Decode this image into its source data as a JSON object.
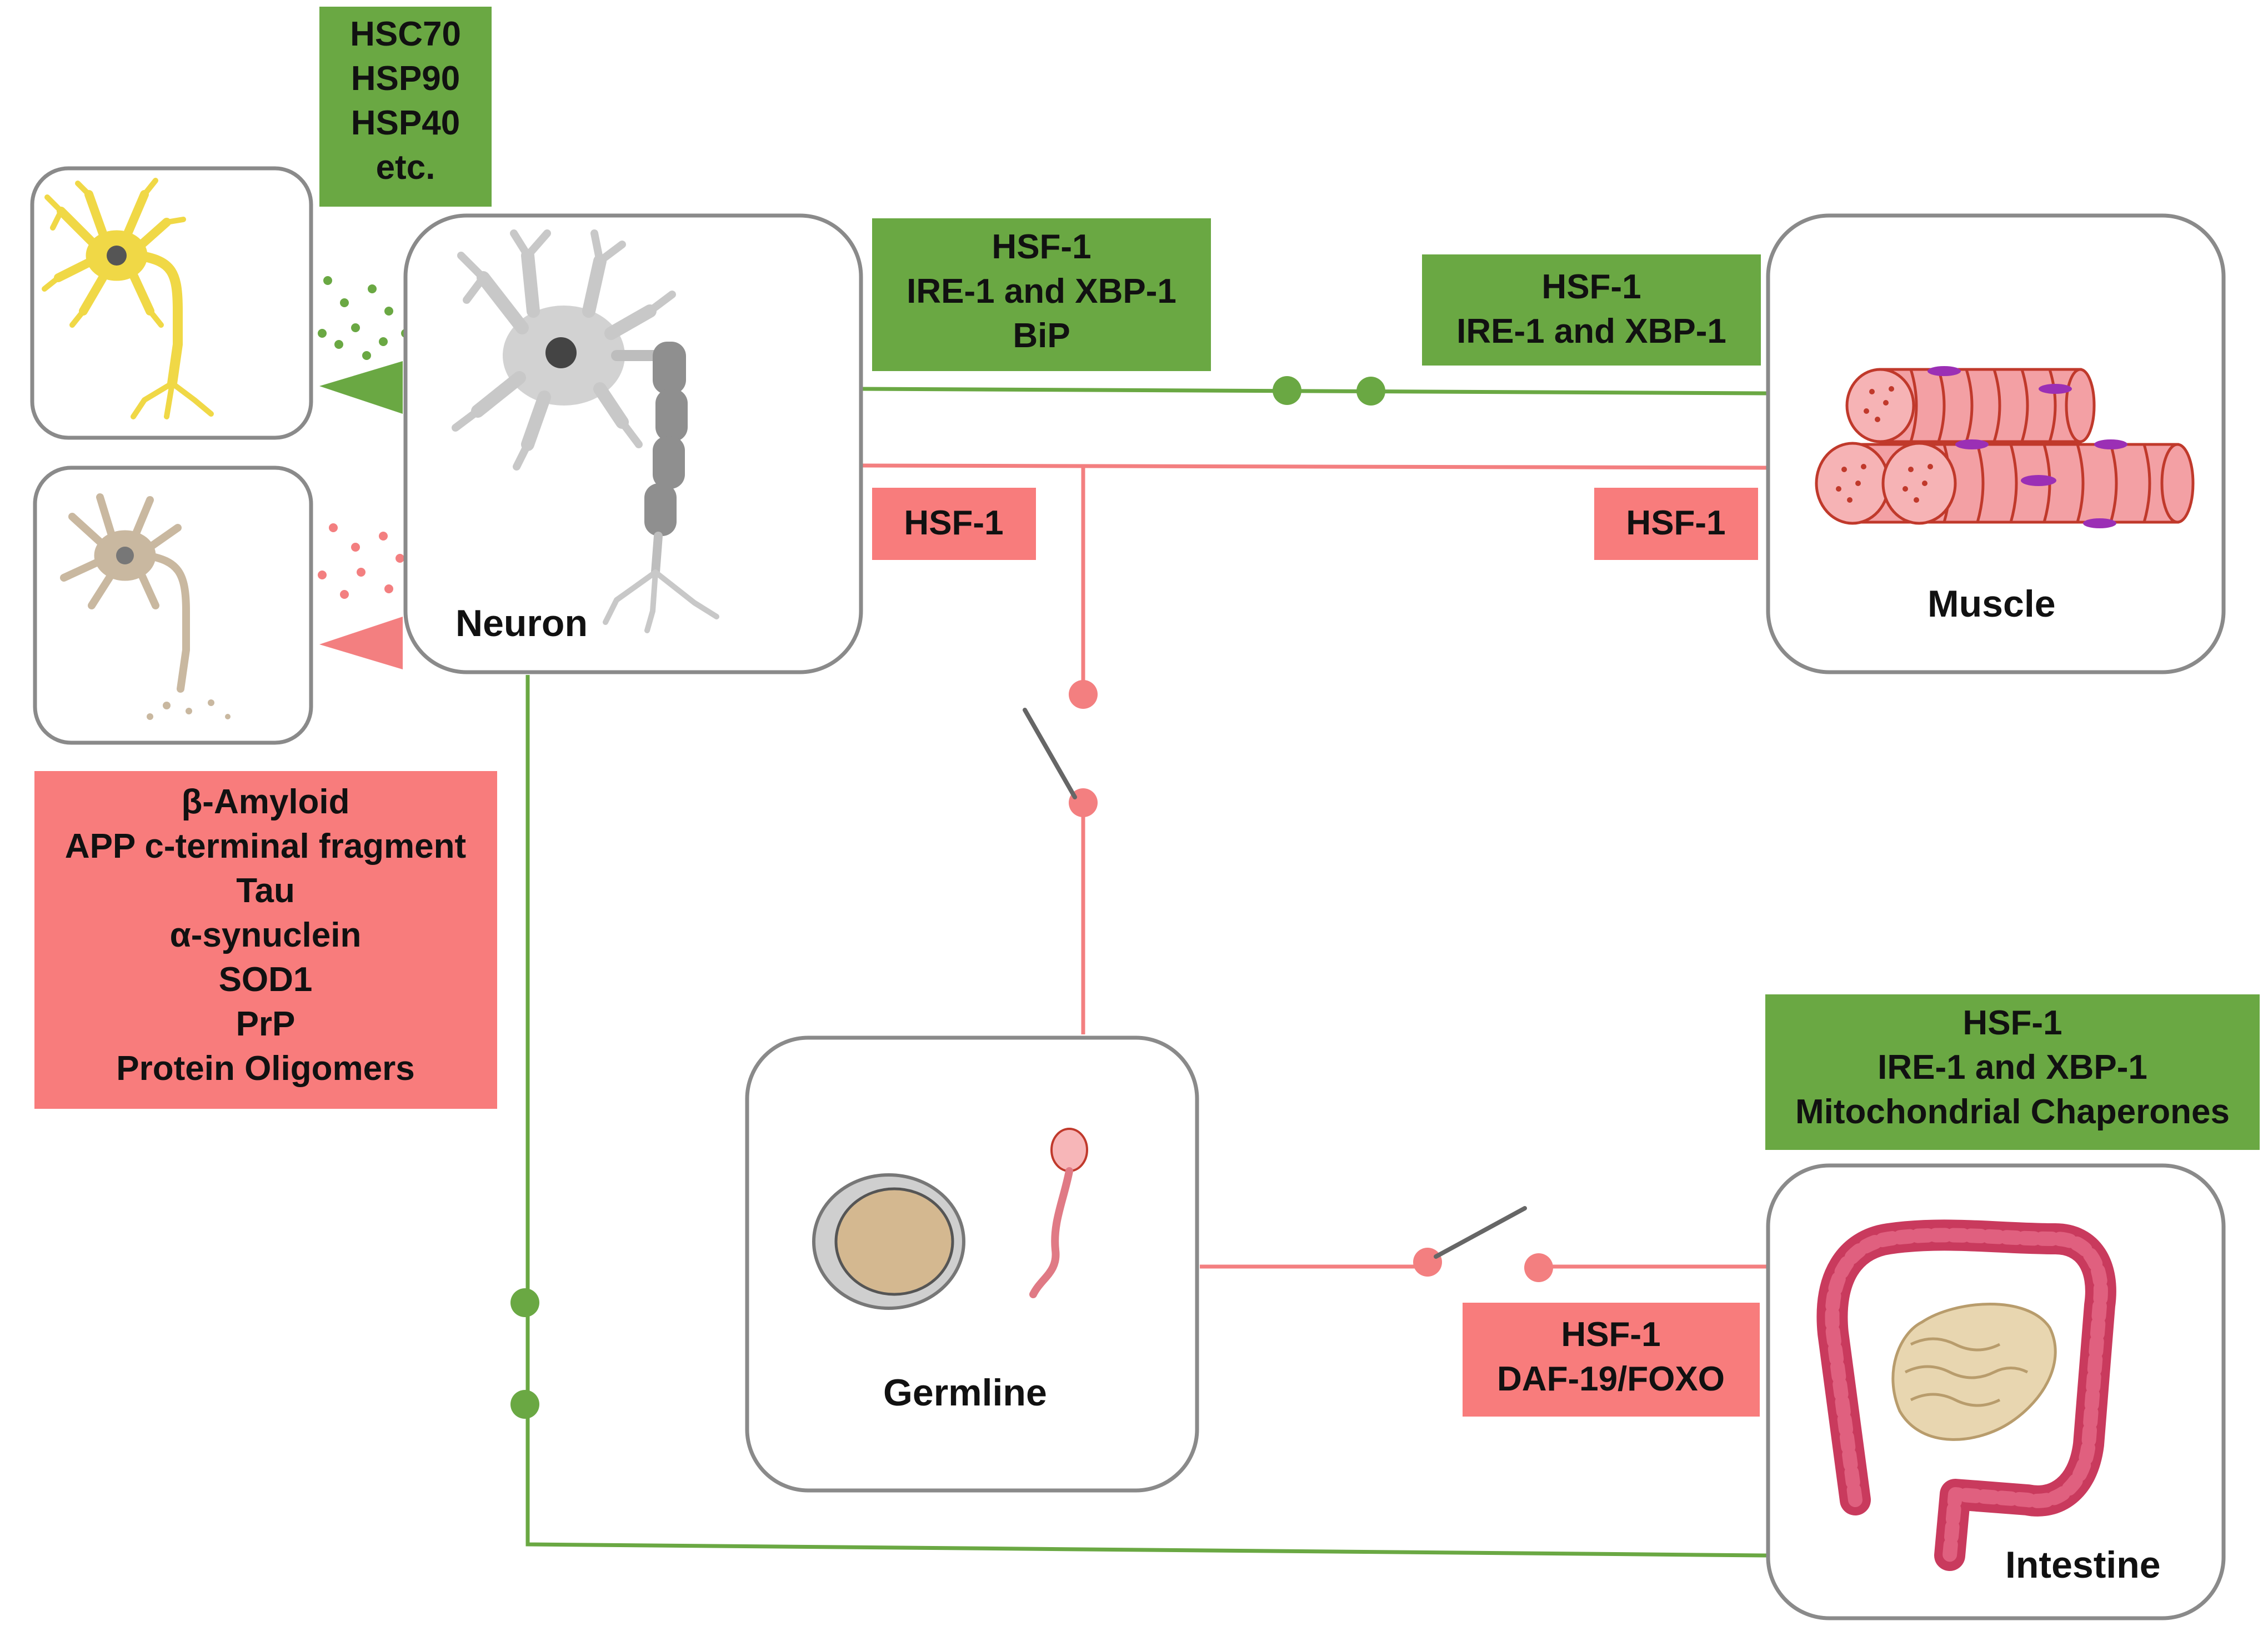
{
  "colors": {
    "protective_green": "#6aa843",
    "toxic_red": "#f87c7c",
    "panel_border": "#8a8a8a"
  },
  "tissues": {
    "neuron": "Neuron",
    "muscle": "Muscle",
    "germline": "Germline",
    "intestine": "Intestine"
  },
  "boxes": {
    "chaperones": [
      "HSC70",
      "HSP90",
      "HSP40",
      "etc."
    ],
    "neuron_green": [
      "HSF-1",
      "IRE-1 and XBP-1",
      "BiP"
    ],
    "muscle_green": [
      "HSF-1",
      "IRE-1 and XBP-1"
    ],
    "neuron_red": [
      "HSF-1"
    ],
    "muscle_red": [
      "HSF-1"
    ],
    "aggregates": [
      "β-Amyloid",
      "APP c-terminal fragment",
      "Tau",
      "α-synuclein",
      "SOD1",
      "PrP",
      "Protein Oligomers"
    ],
    "intestine_green": [
      "HSF-1",
      "IRE-1 and XBP-1",
      "Mitochondrial  Chaperones"
    ],
    "intestine_red": [
      "HSF-1",
      "DAF-19/FOXO"
    ]
  },
  "icons": [
    "healthy-neuron-icon",
    "degenerating-neuron-icon",
    "neuron-icon",
    "muscle-fiber-icon",
    "oocyte-icon",
    "sperm-icon",
    "intestine-icon",
    "switch-icon"
  ]
}
